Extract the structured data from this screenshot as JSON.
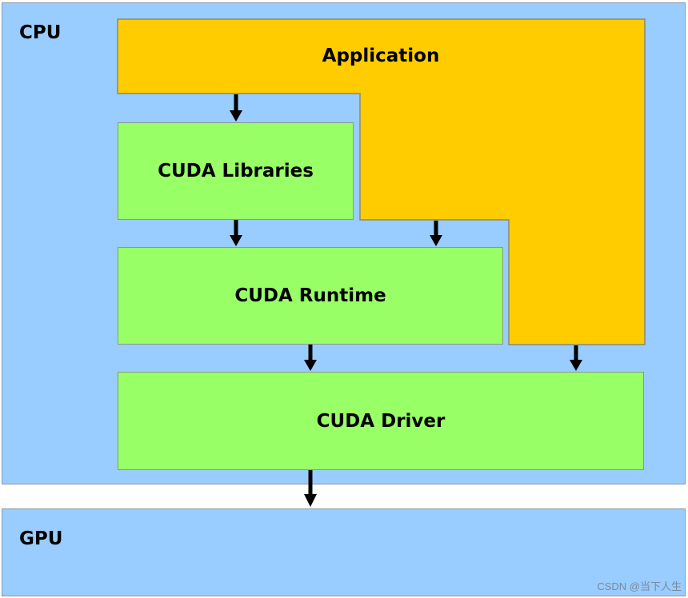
{
  "regions": {
    "cpu_label": "CPU",
    "gpu_label": "GPU"
  },
  "layers": {
    "application": "Application",
    "libraries": "CUDA Libraries",
    "runtime": "CUDA Runtime",
    "driver": "CUDA Driver"
  },
  "watermark": "CSDN @当下人生",
  "colors": {
    "region_fill": "#99ccff",
    "application_fill": "#ffcc00",
    "layer_fill": "#99ff66",
    "arrow": "#000000"
  }
}
